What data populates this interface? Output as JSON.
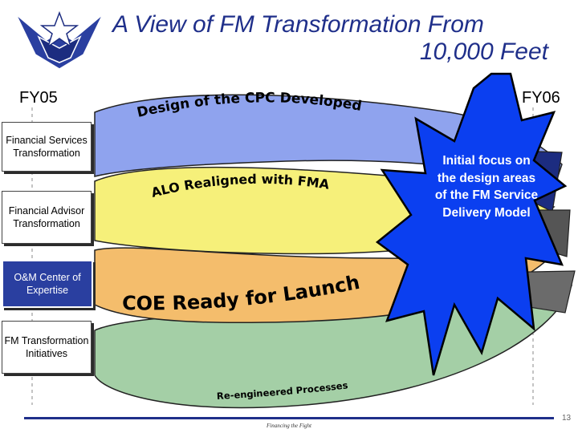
{
  "title": {
    "line1": "A View of FM Transformation From",
    "line2": "10,000 Feet"
  },
  "fy_start": "FY05",
  "fy_end": "FY06",
  "boxes": [
    {
      "label": "Financial Services Transformation"
    },
    {
      "label": "Financial Advisor Transformation"
    },
    {
      "label": "O&M Center of Expertise"
    },
    {
      "label": "FM Transformation Initiatives"
    }
  ],
  "rings": [
    {
      "label": "Design of the CPC Developed",
      "color": "#8fa3ee"
    },
    {
      "label": "ALO Realigned with FMA",
      "color": "#f6f07a"
    },
    {
      "label": "COE Ready for Launch",
      "color": "#f4bd6c"
    },
    {
      "label": "Re-engineered Processes",
      "color": "#a4cfa6"
    }
  ],
  "callout": {
    "text": "Initial focus on the design areas of the FM Service Delivery Model",
    "color": "#0b3ff0"
  },
  "footer": "Financing the Fight",
  "page_number": "13",
  "colors": {
    "title": "#1f2f8a",
    "box_dark": "#2a3fa0"
  }
}
